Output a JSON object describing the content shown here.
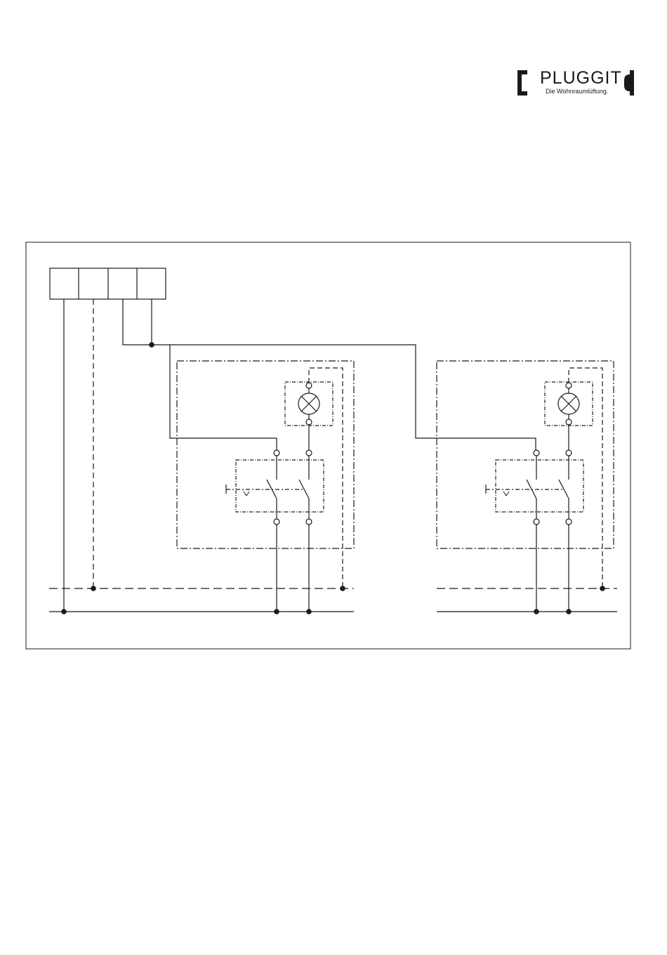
{
  "brand": {
    "name": "PLUGGIT",
    "tagline": "Die Wohnraumlüftung."
  },
  "colors": {
    "line": "#1a1a1a",
    "background": "#ffffff"
  },
  "diagram": {
    "terminal_block_count": 4,
    "switch_units": 2
  }
}
